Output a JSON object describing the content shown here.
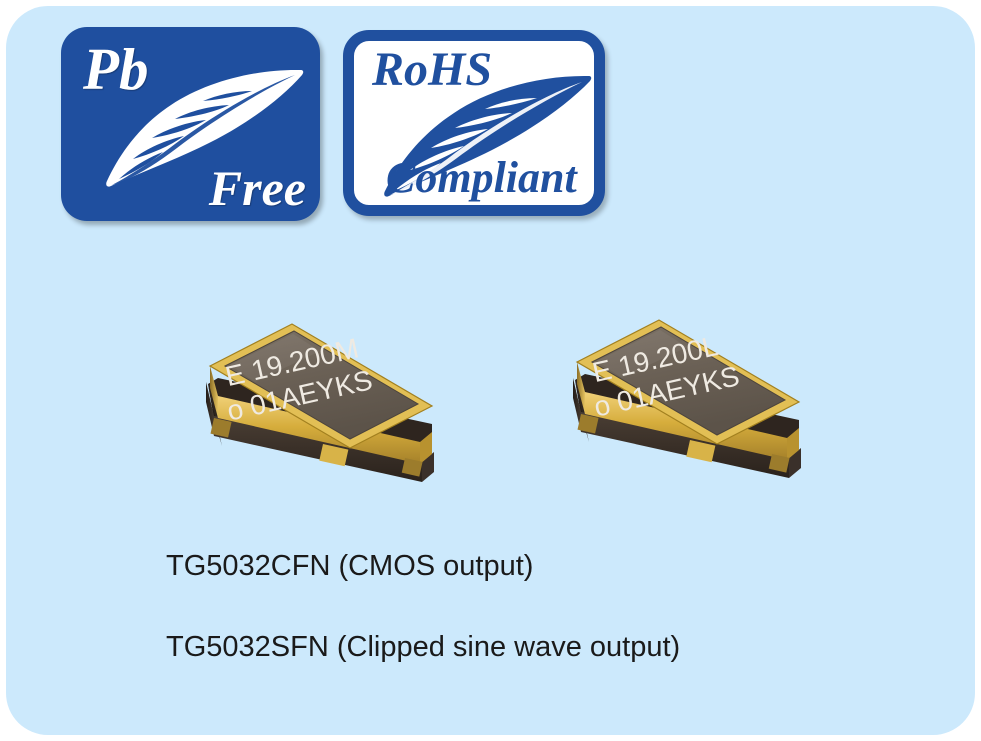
{
  "page": {
    "background_color": "#ffffff",
    "panel_color": "#cce9fc"
  },
  "logos": {
    "pb_free": {
      "name": "pb-free-logo",
      "line1": "Pb",
      "line2": "Free",
      "background_color": "#1f4f9f",
      "text_color": "#ffffff",
      "icon": "leaf-icon"
    },
    "rohs": {
      "name": "rohs-compliant-logo",
      "line1": "RoHS",
      "line2": "Compliant",
      "background_color": "#ffffff",
      "border_color": "#20509f",
      "text_color": "#20509f",
      "icon": "leaf-icon"
    }
  },
  "products": [
    {
      "name": "oscillator-package-cmos",
      "marking_line1": "E 19.200M",
      "marking_line2": "o 01AEYKS",
      "top_color": "#6b6258",
      "rim_color": "#d8b044",
      "body_color": "#3b3028"
    },
    {
      "name": "oscillator-package-clipped-sine",
      "marking_line1": "E 19.200L",
      "marking_line2": "o 01AEYKS",
      "top_color": "#6b6258",
      "rim_color": "#d8b044",
      "body_color": "#3b3028"
    }
  ],
  "captions": {
    "cmos": "TG5032CFN (CMOS output)",
    "clipped_sine": "TG5032SFN (Clipped sine wave output)"
  }
}
